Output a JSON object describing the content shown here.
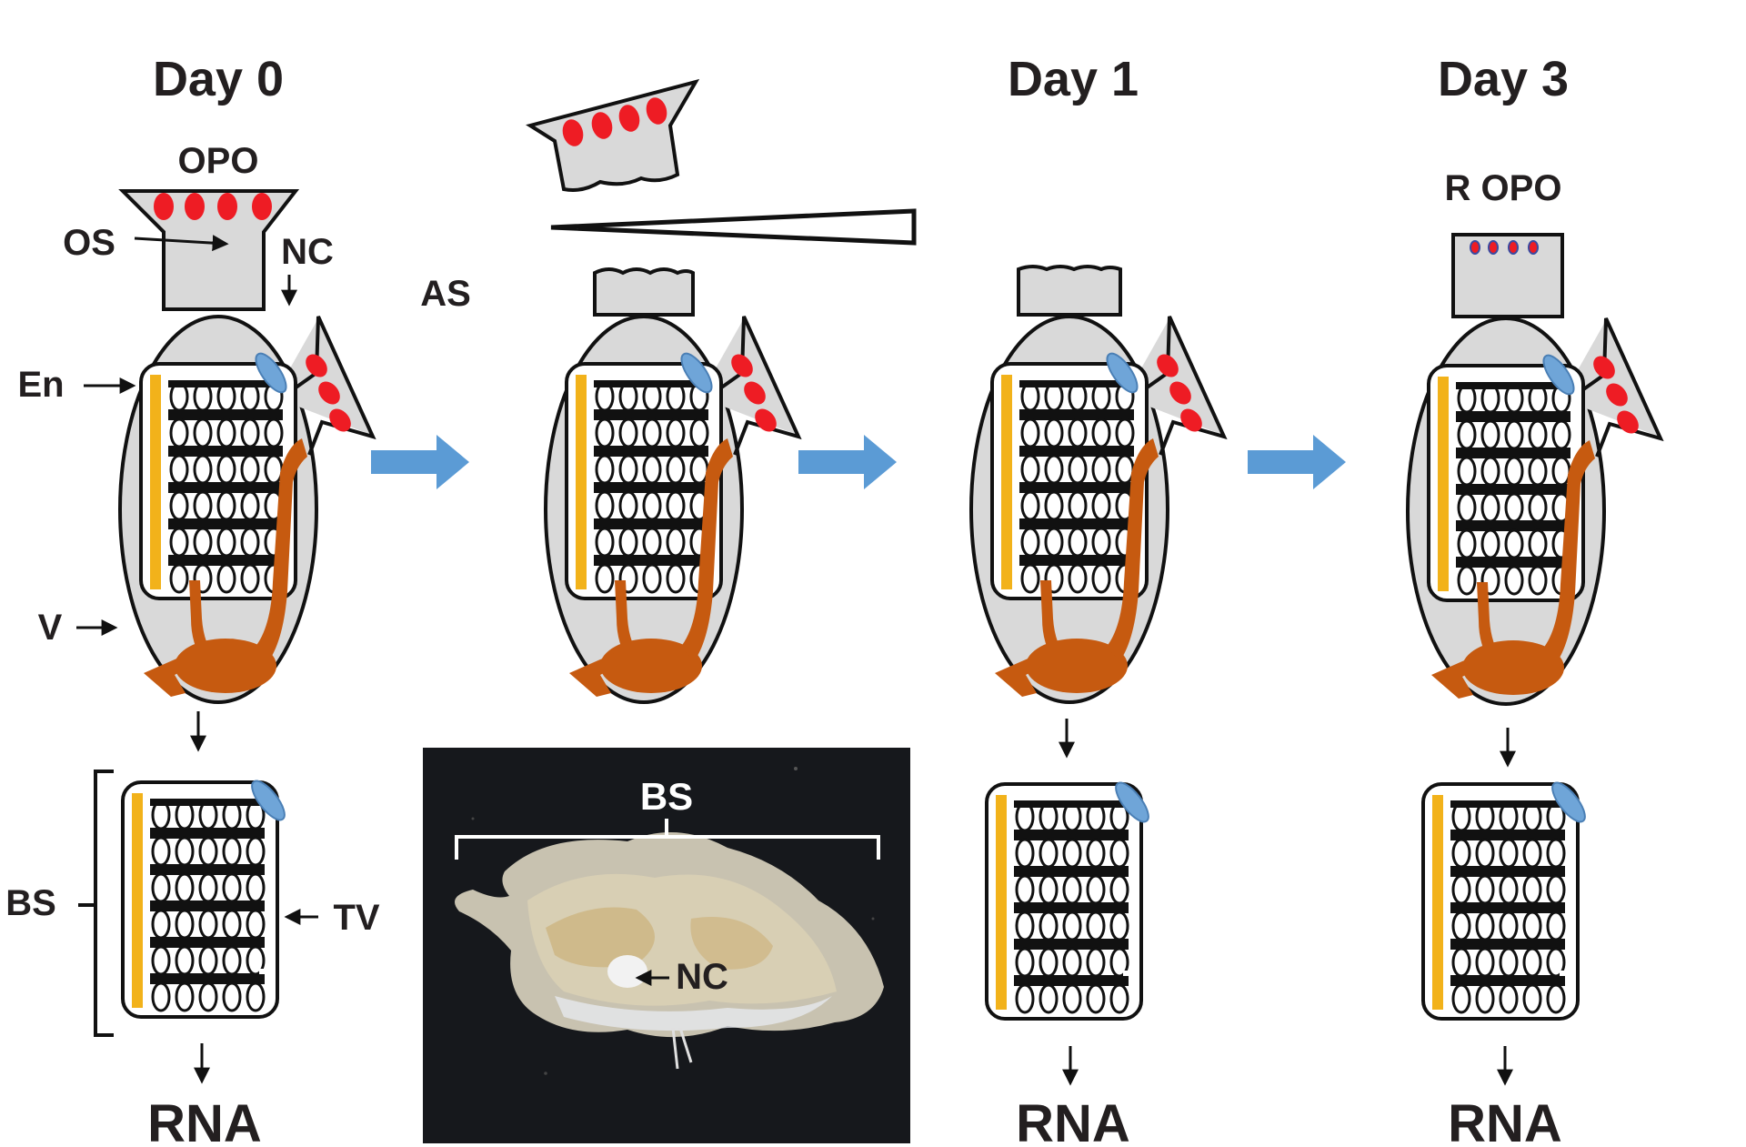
{
  "headings": {
    "day0": "Day 0",
    "day1": "Day 1",
    "day3": "Day 3"
  },
  "labels": {
    "opo": "OPO",
    "os": "OS",
    "nc": "NC",
    "as": "AS",
    "en": "En",
    "v": "V",
    "bs": "BS",
    "tv": "TV",
    "r_opo": "R OPO",
    "photo_bs": "BS",
    "photo_nc": "NC"
  },
  "outputs": {
    "rna_day0": "RNA",
    "rna_day1": "RNA",
    "rna_day3": "RNA"
  },
  "colors": {
    "tunic": "#d9d9d9",
    "endostyle": "#f2b21a",
    "gut": "#c65a10",
    "pigment": "#ee1c24",
    "ganglion": "#6fa5d8",
    "process_arrow": "#5b9bd5",
    "photo_background": "#16181c"
  }
}
